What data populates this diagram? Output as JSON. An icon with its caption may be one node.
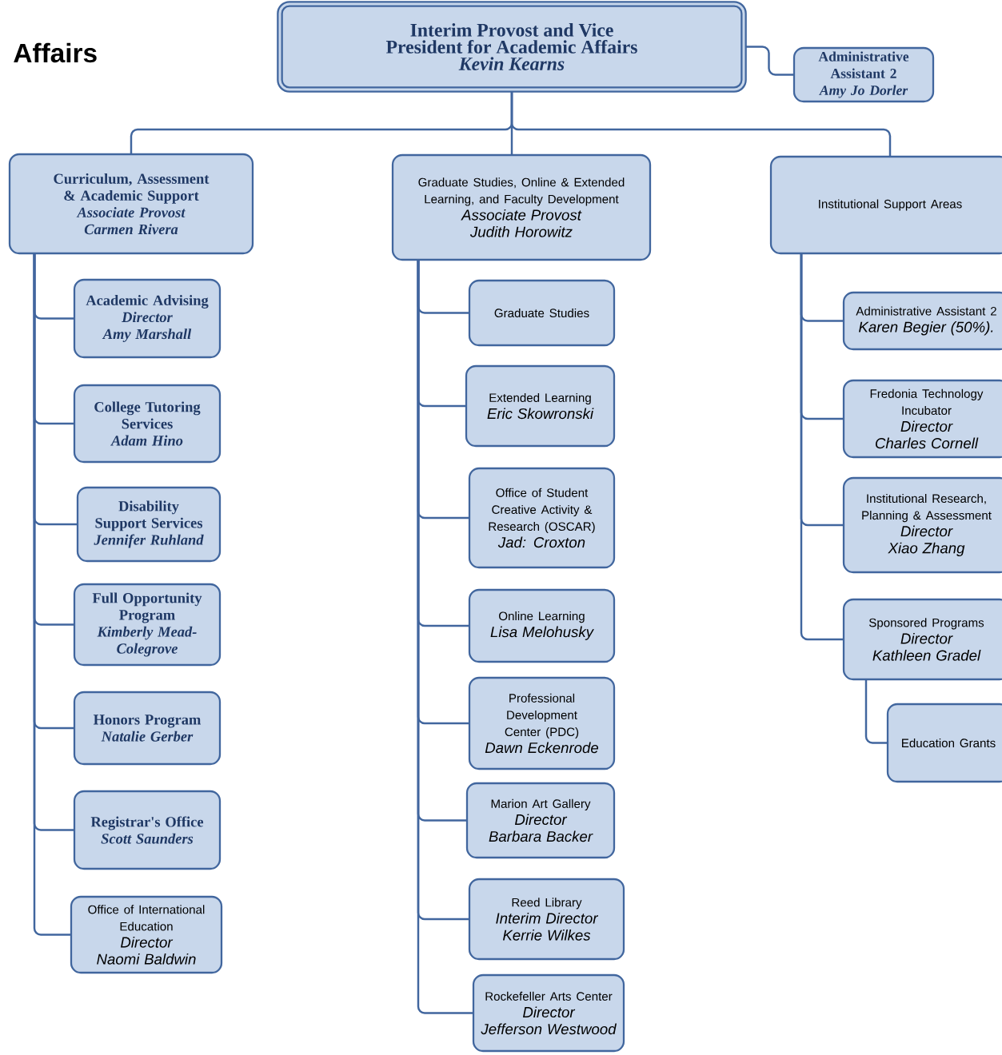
{
  "diagram": {
    "nodes": [
      {
        "text": [
          "Interim Provost and Vice President for Academic Affairs",
          "Kevin Kearns"
        ]
      },
      {
        "text": [
          "Administrative Assistant 2",
          "Amy Jo Dorler"
        ]
      },
      {
        "text": [
          "Curriculum, Assessment & Academic Support",
          "Associate Provost",
          "Carmen Rivera"
        ]
      },
      {
        "text": [
          "Graduate Studies, Online & Extended Learning, and Faculty Development",
          "Associate Provost",
          "Judith Horowitz"
        ]
      },
      {
        "text": [
          "Institutional Support Areas"
        ]
      },
      {
        "text": [
          "Academic Advising",
          "Director",
          "Amy Marshall"
        ]
      },
      {
        "text": [
          "College Tutoring Services",
          "Adam Hino"
        ]
      },
      {
        "text": [
          "Disability Support Services",
          "Jennifer Ruhland"
        ]
      },
      {
        "text": [
          "Full Opportunity Program",
          "Kimberly Mead-Colegrove"
        ]
      },
      {
        "text": [
          "Honors Program",
          "Natalie Gerber"
        ]
      },
      {
        "text": [
          "Registrar's Office",
          "Scott Saunders"
        ]
      },
      {
        "text": [
          "Office of International Education",
          "Director",
          "Naomi Baldwin"
        ]
      },
      {
        "text": [
          "Graduate Studies"
        ]
      },
      {
        "text": [
          "Extended Learning",
          "Eric Skowronski"
        ]
      },
      {
        "text": [
          "Office of Student Creative Activity & Research (OSCAR)",
          "Jad: Croxton"
        ]
      },
      {
        "text": [
          "Online Learning",
          "Lisa Melohusky"
        ]
      },
      {
        "text": [
          "Professional Development Center (PDC)",
          "Dawn Eckenrode"
        ]
      },
      {
        "text": [
          "Marion Art Gallery",
          "Director",
          "Barbara Backer"
        ]
      },
      {
        "text": [
          "Reed Library",
          "Interim Director",
          "Kerrie Wilkes"
        ]
      },
      {
        "text": [
          "Rockefeller Arts Center",
          "Director",
          "Jefferson Westwood"
        ]
      },
      {
        "text": [
          "Administrative Assistant 2",
          "Karen Begier (50%)."
        ]
      },
      {
        "text": [
          "Fredonia Technology Incubator",
          "Director",
          "Charles Cornell"
        ]
      },
      {
        "text": [
          "Institutional Research, Planning & Assessment",
          "Director",
          "Xiao Zhang"
        ]
      },
      {
        "text": [
          "Sponsored Programs",
          "Director",
          "Kathleen Gradel"
        ]
      },
      {
        "text": [
          "Education Grants"
        ]
      }
    ],
    "edges": [
      {
        "from": 0,
        "to": 1,
        "arrow": "none"
      },
      {
        "from": 0,
        "to": 2,
        "arrow": "none"
      },
      {
        "from": 0,
        "to": 3,
        "arrow": "none"
      },
      {
        "from": 0,
        "to": 4,
        "arrow": "none"
      },
      {
        "from": 2,
        "to": 5,
        "arrow": "none"
      },
      {
        "from": 2,
        "to": 6,
        "arrow": "none"
      },
      {
        "from": 2,
        "to": 7,
        "arrow": "none"
      },
      {
        "from": 2,
        "to": 8,
        "arrow": "none"
      },
      {
        "from": 2,
        "to": 9,
        "arrow": "none"
      },
      {
        "from": 2,
        "to": 10,
        "arrow": "none"
      },
      {
        "from": 2,
        "to": 11,
        "arrow": "none"
      },
      {
        "from": 3,
        "to": 12,
        "arrow": "none"
      },
      {
        "from": 3,
        "to": 13,
        "arrow": "none"
      },
      {
        "from": 3,
        "to": 14,
        "arrow": "none"
      },
      {
        "from": 3,
        "to": 15,
        "arrow": "none"
      },
      {
        "from": 3,
        "to": 16,
        "arrow": "none"
      },
      {
        "from": 3,
        "to": 17,
        "arrow": "none"
      },
      {
        "from": 3,
        "to": 18,
        "arrow": "none"
      },
      {
        "from": 3,
        "to": 19,
        "arrow": "none"
      },
      {
        "from": 4,
        "to": 20,
        "arrow": "none"
      },
      {
        "from": 4,
        "to": 21,
        "arrow": "none"
      },
      {
        "from": 4,
        "to": 22,
        "arrow": "none"
      },
      {
        "from": 4,
        "to": 23,
        "arrow": "none"
      },
      {
        "from": 23,
        "to": 24,
        "arrow": "none"
      }
    ],
    "labels": [
      "Affairs"
    ]
  }
}
